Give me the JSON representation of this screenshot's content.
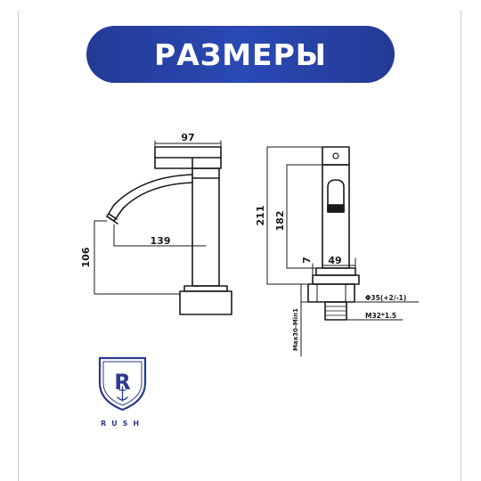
{
  "header": {
    "title": "РАЗМЕРЫ"
  },
  "dimensions": {
    "width_top": "97",
    "reach": "139",
    "spout_height": "106",
    "total_height": "211",
    "body_height": "182",
    "base_offset": "7",
    "base_width": "49",
    "hole_diameter": "Φ35(+2/-1)",
    "thread": "M32*1.5",
    "counter_thickness": "Max30-Min1"
  },
  "brand": {
    "logo_letter": "R",
    "name": "RUSH"
  },
  "colors": {
    "banner": "#2a45ad",
    "line": "#1a1a1a",
    "logo": "#2a3a8c"
  }
}
